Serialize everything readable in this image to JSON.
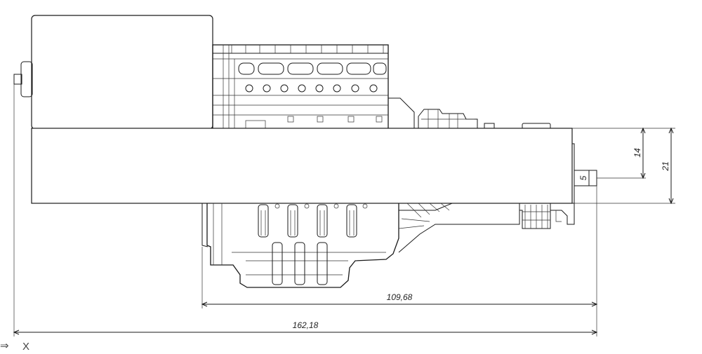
{
  "dimensions": {
    "overall_length": "162,18",
    "motor_length": "109,68",
    "height_total": "21",
    "height_partial": "14",
    "offset": "5"
  },
  "axis": {
    "label": "X",
    "arrow_glyph": "⇒"
  },
  "colors": {
    "line": "#1a1a1a",
    "background": "#ffffff"
  }
}
